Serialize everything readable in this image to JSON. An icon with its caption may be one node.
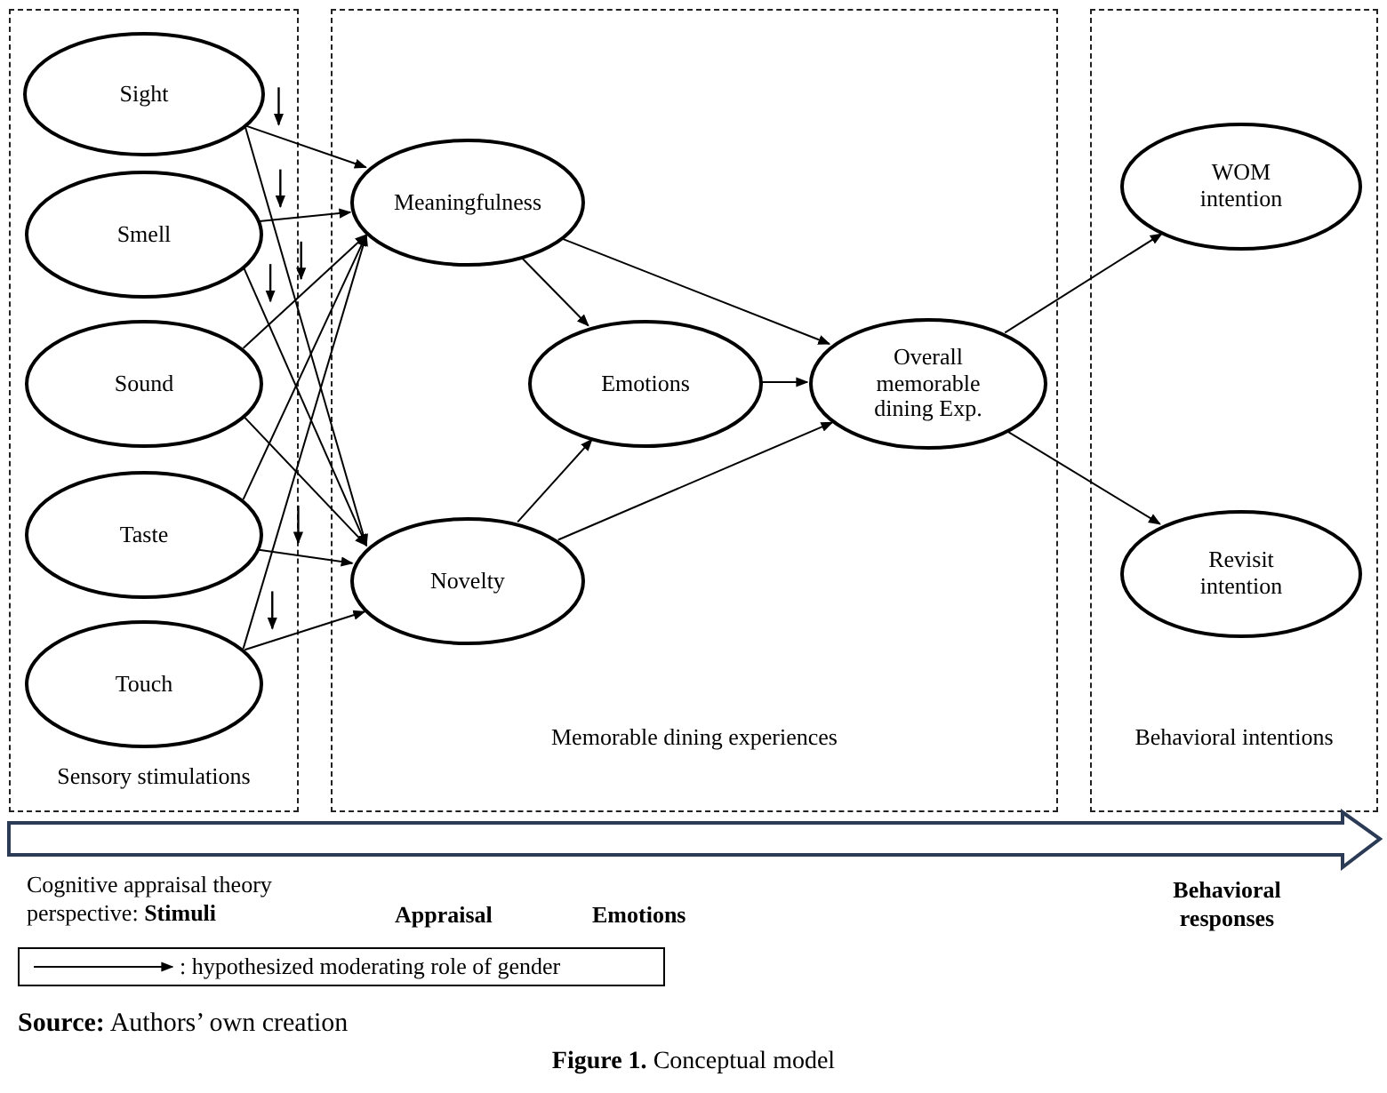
{
  "diagram": {
    "caption": "**Figure 1.** Conceptual model",
    "nodes": [
      {
        "text": [
          "Sensory stimulations"
        ]
      },
      {
        "text": [
          "Sight"
        ],
        "in": 0
      },
      {
        "text": [
          "Smell"
        ],
        "in": 0
      },
      {
        "text": [
          "Sound"
        ],
        "in": 0
      },
      {
        "text": [
          "Taste"
        ],
        "in": 0
      },
      {
        "text": [
          "Touch"
        ],
        "in": 0
      },
      {
        "text": [
          "Memorable dining experiences"
        ]
      },
      {
        "text": [
          "Meaningfulness"
        ],
        "in": 6
      },
      {
        "text": [
          "Emotions"
        ],
        "in": 6
      },
      {
        "text": [
          "Novelty"
        ],
        "in": 6
      },
      {
        "text": [
          "Overall memorable dining Exp."
        ],
        "in": 6
      },
      {
        "text": [
          "Behavioral intentions"
        ]
      },
      {
        "text": [
          "WOM intention"
        ],
        "in": 11
      },
      {
        "text": [
          "Revisit intention"
        ],
        "in": 11
      }
    ],
    "edges": [
      {
        "from": 1,
        "to": 7,
        "arrow": "to"
      },
      {
        "from": 1,
        "to": 9,
        "arrow": "to"
      },
      {
        "from": 2,
        "to": 7,
        "arrow": "to"
      },
      {
        "from": 2,
        "to": 9,
        "arrow": "to"
      },
      {
        "from": 3,
        "to": 7,
        "arrow": "to"
      },
      {
        "from": 3,
        "to": 9,
        "arrow": "to"
      },
      {
        "from": 4,
        "to": 7,
        "arrow": "to"
      },
      {
        "from": 4,
        "to": 9,
        "arrow": "to"
      },
      {
        "from": 5,
        "to": 7,
        "arrow": "to"
      },
      {
        "from": 5,
        "to": 9,
        "arrow": "to"
      },
      {
        "from": 7,
        "to": 8,
        "arrow": "to"
      },
      {
        "from": 7,
        "to": 10,
        "arrow": "to"
      },
      {
        "from": 9,
        "to": 8,
        "arrow": "to"
      },
      {
        "from": 9,
        "to": 10,
        "arrow": "to"
      },
      {
        "from": 8,
        "to": 10,
        "arrow": "to"
      },
      {
        "from": 10,
        "to": 12,
        "arrow": "to"
      },
      {
        "from": 10,
        "to": 13,
        "arrow": "to"
      }
    ],
    "labels": [
      "Cognitive appraisal theory perspective: **Stimuli**",
      "Appraisal",
      "Emotions",
      "Behavioral responses",
      "**Source:** Authors’ own creation"
    ],
    "legend": [
      {
        "text": ": hypothesized moderating role of gender"
      }
    ]
  }
}
